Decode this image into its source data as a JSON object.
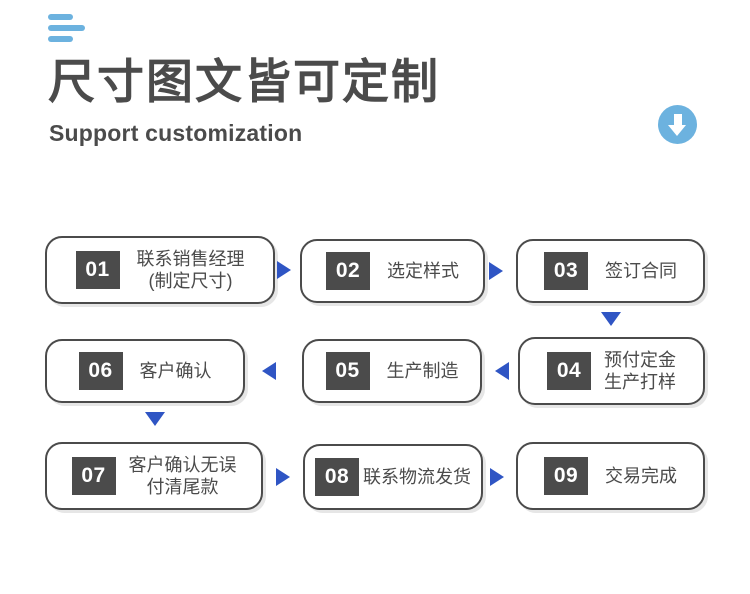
{
  "header": {
    "menu_icon": "hamburger-icon",
    "title": "尺寸图文皆可定制",
    "subtitle": "Support customization",
    "scroll_icon": "arrow-down-circle-icon",
    "accent_blue": "#6cb2df",
    "text_gray": "#4b4b4b"
  },
  "flow": {
    "arrow_color": "#2f55c4",
    "badge_color": "#4b4b4b",
    "steps": [
      {
        "number": "01",
        "label": "联系销售经理\n(制定尺寸)"
      },
      {
        "number": "02",
        "label": "选定样式"
      },
      {
        "number": "03",
        "label": "签订合同"
      },
      {
        "number": "04",
        "label": "预付定金\n生产打样"
      },
      {
        "number": "05",
        "label": "生产制造"
      },
      {
        "number": "06",
        "label": "客户确认"
      },
      {
        "number": "07",
        "label": "客户确认无误\n付清尾款"
      },
      {
        "number": "08",
        "label": "联系物流发货"
      },
      {
        "number": "09",
        "label": "交易完成"
      }
    ],
    "connectors": [
      {
        "name": "arrow-01-to-02",
        "direction": "right"
      },
      {
        "name": "arrow-02-to-03",
        "direction": "right"
      },
      {
        "name": "arrow-03-to-04",
        "direction": "down"
      },
      {
        "name": "arrow-04-to-05",
        "direction": "left"
      },
      {
        "name": "arrow-05-to-06",
        "direction": "left"
      },
      {
        "name": "arrow-06-to-07",
        "direction": "down"
      },
      {
        "name": "arrow-07-to-08",
        "direction": "right"
      },
      {
        "name": "arrow-08-to-09",
        "direction": "right"
      }
    ]
  }
}
